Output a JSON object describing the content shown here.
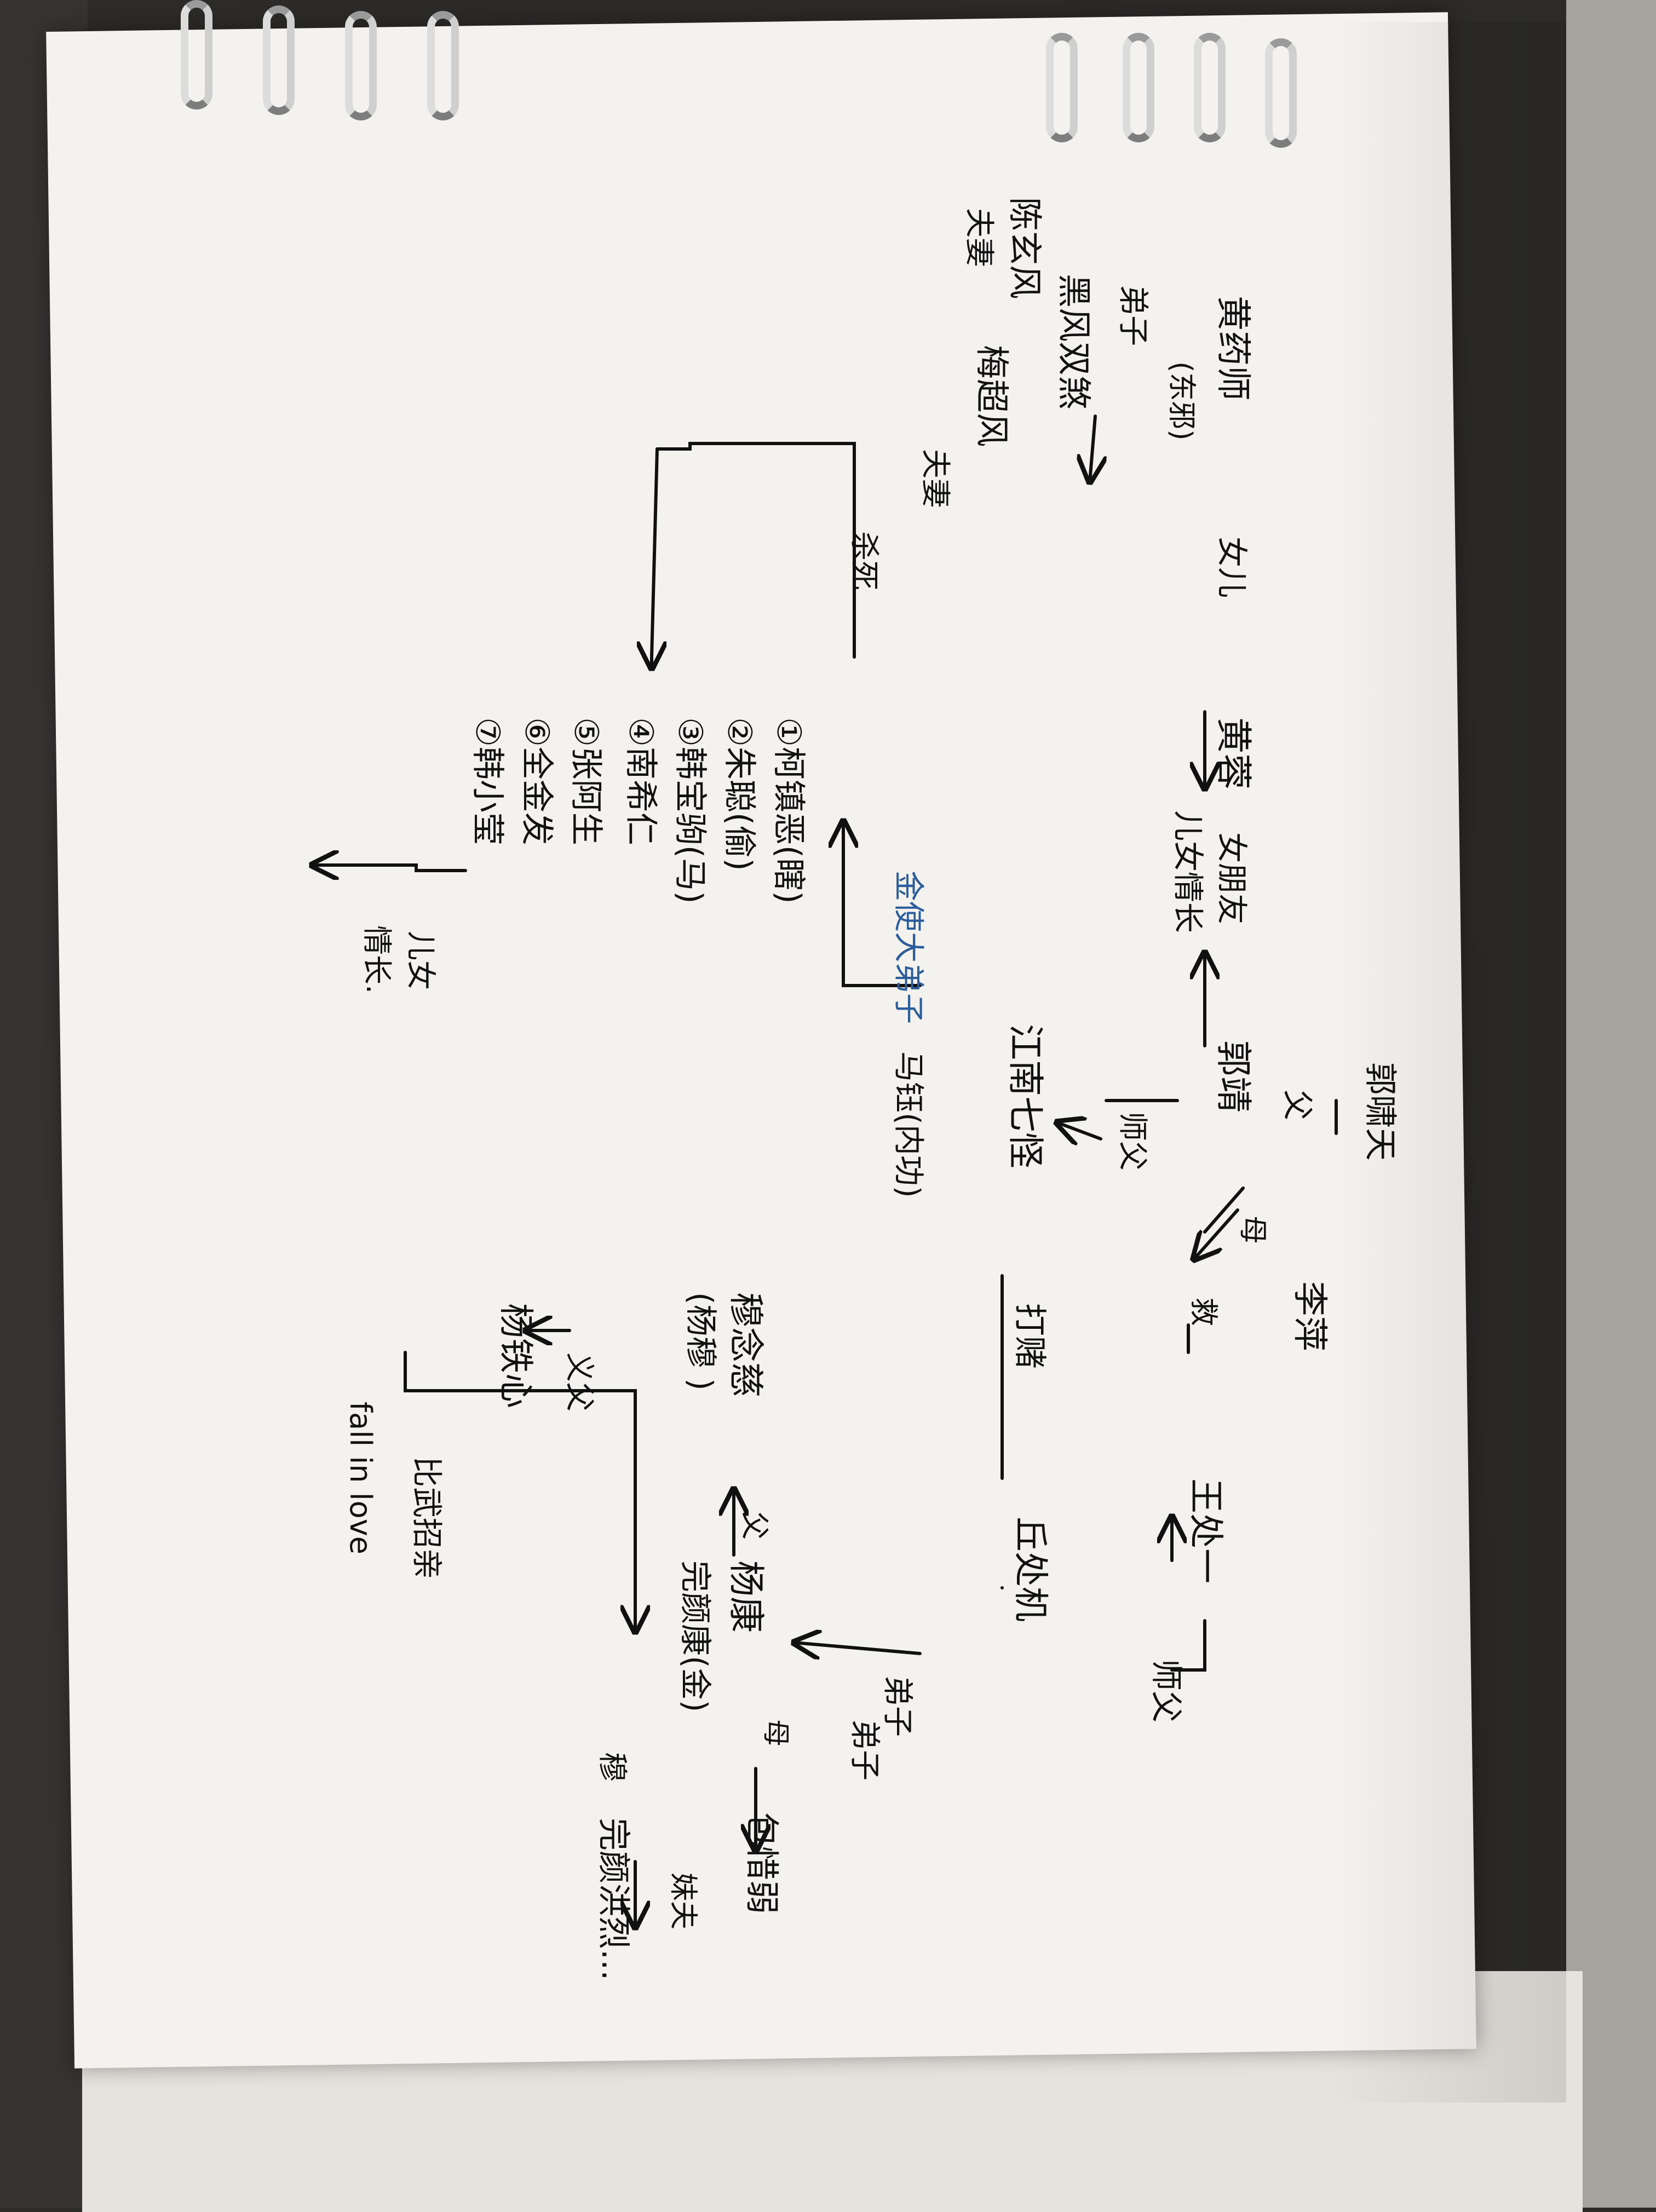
{
  "nodes": {
    "guo_xiaotian": "郭啸天",
    "li_ping": "李萍",
    "guo_jing": "郭靖",
    "jiangnan_qiguai": "江南七怪",
    "yang_tiexin": "杨铁心",
    "bao_xiruo": "包惜弱",
    "wanyan_honglie": "完颜洪烈...",
    "yang_kang": "杨康",
    "wanyan_kang": "完颜康(金)",
    "mu_nianci": "穆念慈",
    "mu_nianci_paren": "(杨穆 )",
    "mu_short": "穆",
    "qiu_chuji": "丘处机",
    "wang_chuyi": "王处一",
    "huang_rong": "黄蓉",
    "huang_yaoshi": "黄药师",
    "huang_yaoshi_note": "(东邪)",
    "dizi": "弟子",
    "heifeng": "黑风双煞",
    "chen_xuanfeng": "陈玄风",
    "mei_chaofeng": "梅超风",
    "fuqi_left": "夫妻",
    "fuqi_right": "夫妻",
    "jinshi": "金使大弟子",
    "ma_yu": "马钰(内功)",
    "list": [
      "①柯镇恶(瞎)",
      "②朱聪(偷)",
      "③韩宝驹(马)",
      "④南希仁",
      "⑤张阿生",
      "⑥全金发",
      "⑦韩小莹"
    ]
  },
  "edges": {
    "fu": "父",
    "mu_left": "母",
    "mu_right": "母",
    "jiu": "救",
    "shifu_left": "师父",
    "shifu_right": "师父",
    "daduo": "打赌",
    "dizi_right": "弟子",
    "nver": "女儿",
    "nan_peng_you": "女朋友",
    "ernv_qingzhang": "儿女情长",
    "fu_mu": "父",
    "yifu": "义父",
    "meifu": "妹夫",
    "biwu": "比武招亲",
    "fall": "fall in love",
    "shasi": "杀死",
    "ernv2": "儿女",
    "qingzhang2": "情长."
  },
  "colors": {
    "ink": "#111111",
    "blue_ink": "#2b5d9b",
    "paper": "#f4f2ee"
  }
}
